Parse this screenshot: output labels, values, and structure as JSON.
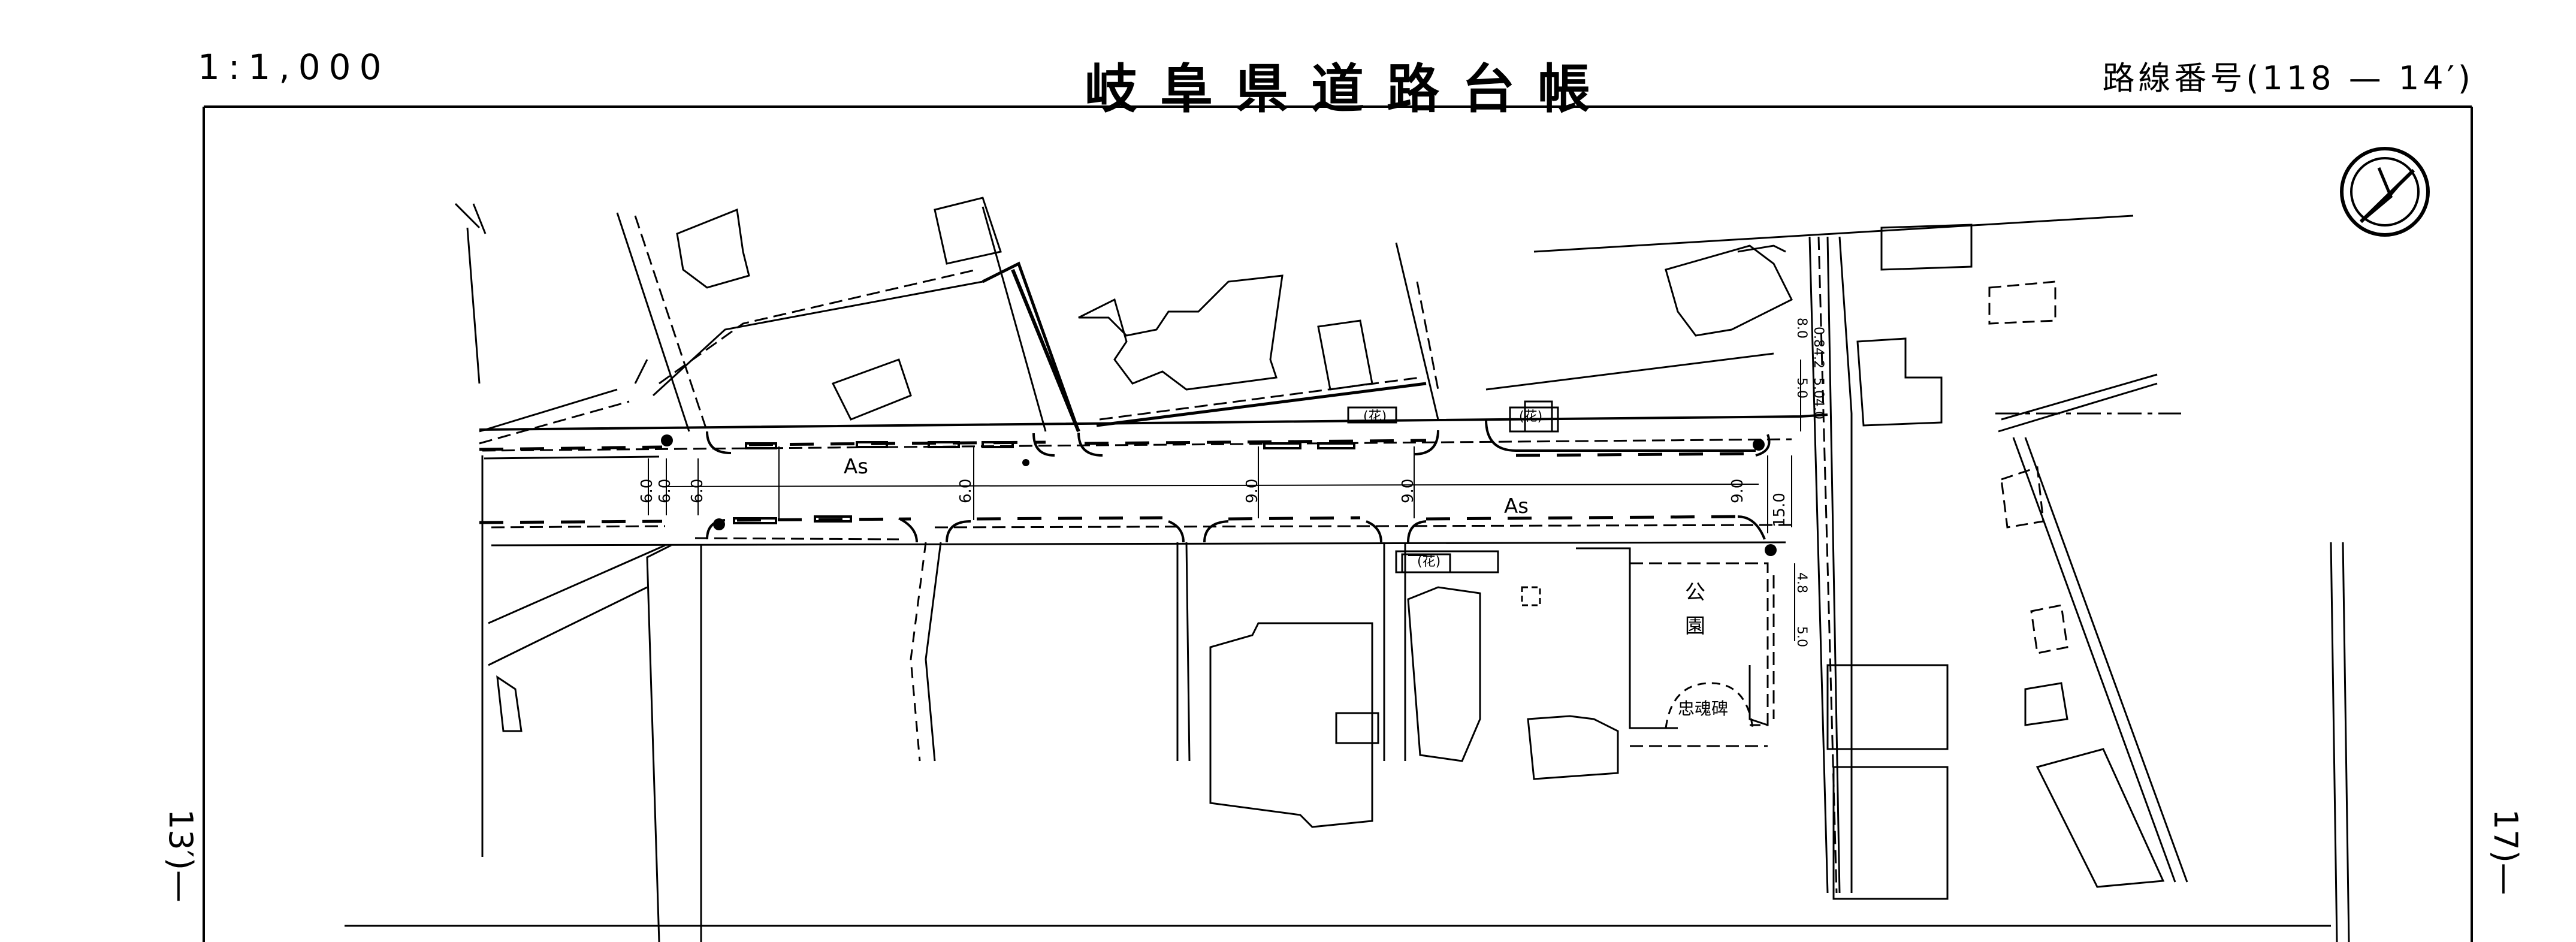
{
  "header": {
    "scale": "1:1,000",
    "title": "岐阜県道路台帳",
    "route_prefix": "路線番号(",
    "route_number": "118",
    "route_dash": "—",
    "route_sheet": "14′",
    "route_suffix": ")"
  },
  "side_labels": {
    "left": "13′)",
    "left_dash": "—",
    "right": "17)",
    "right_dash": "—"
  },
  "map_labels": {
    "pavement_west": "As",
    "pavement_east": "As",
    "flower_bed_1": "(花)",
    "flower_bed_2": "(花)",
    "flower_bed_3": "(花)",
    "park_char_1": "公",
    "park_char_2": "園",
    "monument": "忠魂碑"
  },
  "widths": {
    "w1": "6.0",
    "w2": "6.0",
    "w3": "6.0",
    "w4": "6.0",
    "w5": "9.0",
    "w6": "9.0",
    "w7": "9.0",
    "w8": "15.0"
  },
  "vertical_dims": [
    "0.8",
    "4.2",
    "5.0",
    "4.0",
    "5.0",
    "8.0",
    "4.8",
    "5.0"
  ],
  "icons": {
    "north_arrow": "north-arrow-icon",
    "signal": "traffic-signal-icon"
  }
}
